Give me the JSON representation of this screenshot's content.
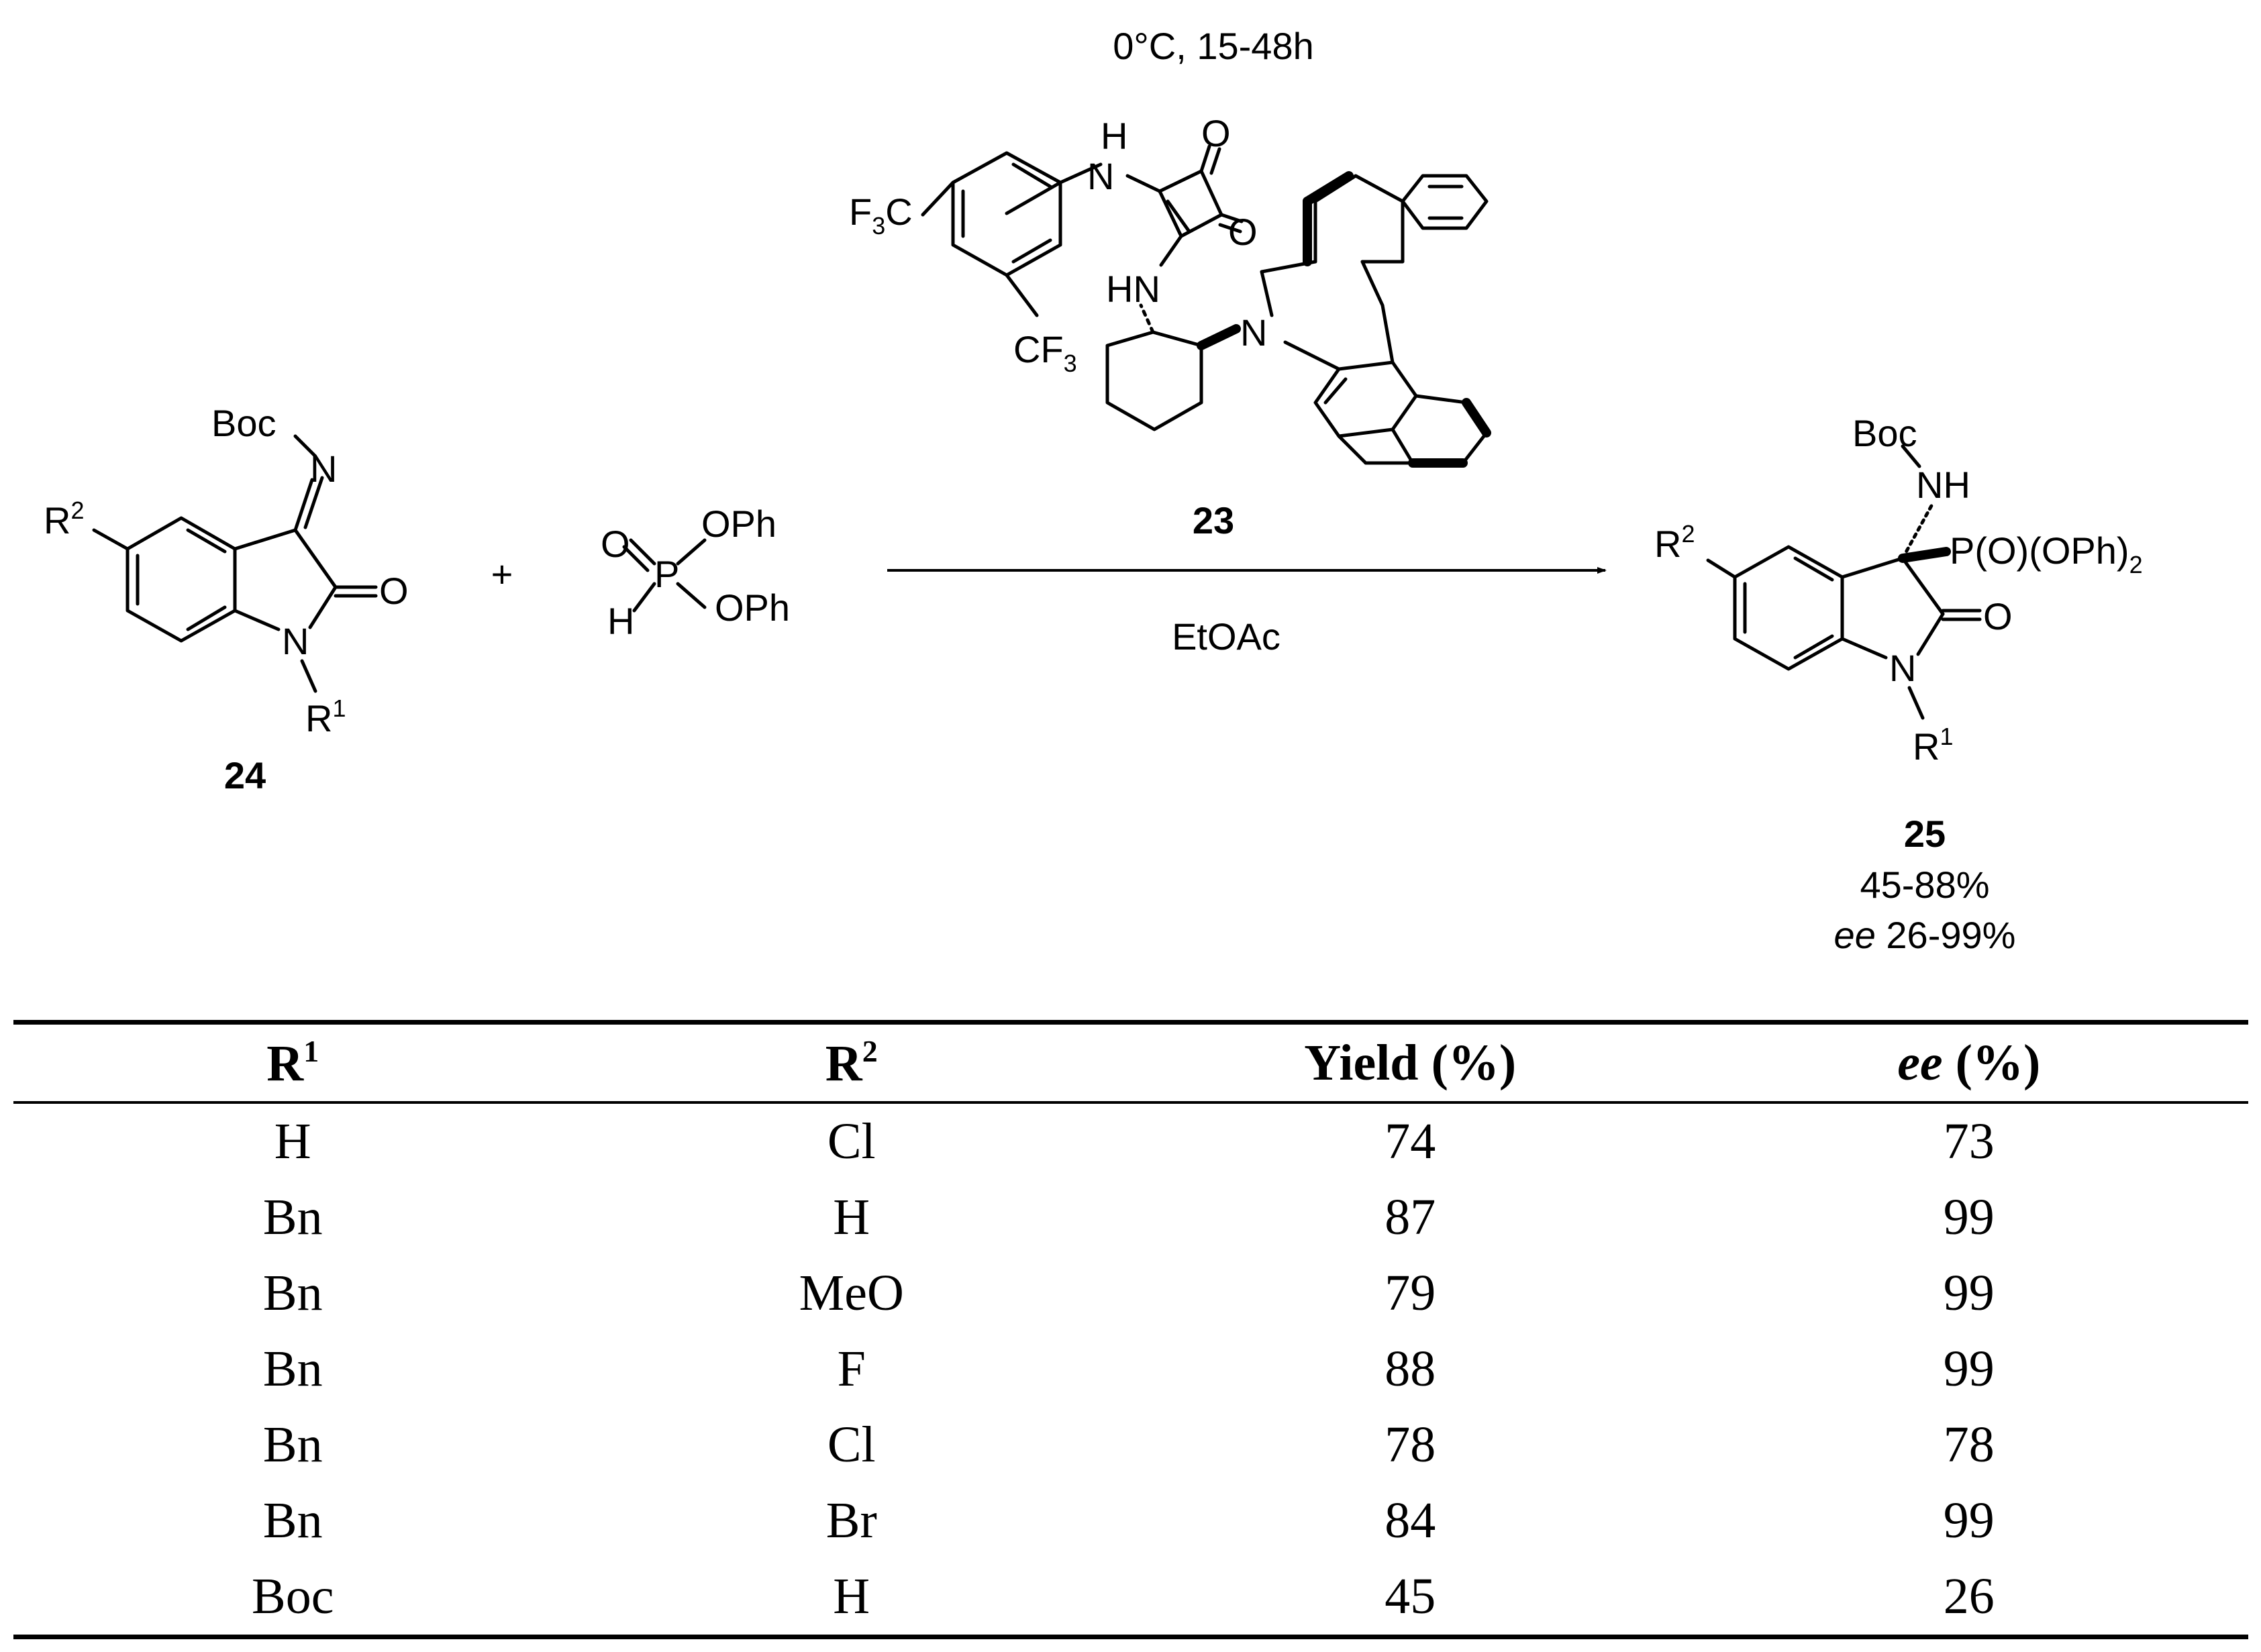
{
  "conditions": {
    "temperature_time": "0°C, 15-48h",
    "solvent": "EtOAc"
  },
  "catalyst": {
    "compound_number": "23",
    "labels": {
      "f3c": "F",
      "cf3": "CF",
      "sub3": "3",
      "nh_top": "H",
      "n_top": "N",
      "o1": "O",
      "o2": "O",
      "hn": "HN",
      "n_ring": "N",
      "c_f3c": "C"
    }
  },
  "substrate_isatin": {
    "compound_number": "24",
    "labels": {
      "boc": "Boc",
      "n_imine": "N",
      "r2": "R",
      "r2_sup": "2",
      "o": "O",
      "n": "N",
      "r1": "R",
      "r1_sup": "1"
    }
  },
  "plus_sign": "+",
  "phosphite": {
    "labels": {
      "o": "O",
      "p": "P",
      "ope1": "OPh",
      "ope2": "OPh",
      "h": "H"
    }
  },
  "product": {
    "compound_number": "25",
    "yield_range": "45-88%",
    "ee_prefix": "ee",
    "ee_range": "26-99%",
    "labels": {
      "boc": "Boc",
      "nh": "NH",
      "p": "P(O)(OPh)",
      "p_sub": "2",
      "r2": "R",
      "r2_sup": "2",
      "o": "O",
      "n": "N",
      "r1": "R",
      "r1_sup": "1"
    }
  },
  "table": {
    "headers": {
      "r1": "R",
      "r1_sup": "1",
      "r2": "R",
      "r2_sup": "2",
      "yield": "Yield (%)",
      "ee_italic": "ee",
      "ee_rest": " (%)"
    },
    "rows": [
      {
        "r1": "H",
        "r2": "Cl",
        "yield": "74",
        "ee": "73"
      },
      {
        "r1": "Bn",
        "r2": "H",
        "yield": "87",
        "ee": "99"
      },
      {
        "r1": "Bn",
        "r2": "MeO",
        "yield": "79",
        "ee": "99"
      },
      {
        "r1": "Bn",
        "r2": "F",
        "yield": "88",
        "ee": "99"
      },
      {
        "r1": "Bn",
        "r2": "Cl",
        "yield": "78",
        "ee": "78"
      },
      {
        "r1": "Bn",
        "r2": "Br",
        "yield": "84",
        "ee": "99"
      },
      {
        "r1": "Boc",
        "r2": "H",
        "yield": "45",
        "ee": "26"
      }
    ]
  }
}
